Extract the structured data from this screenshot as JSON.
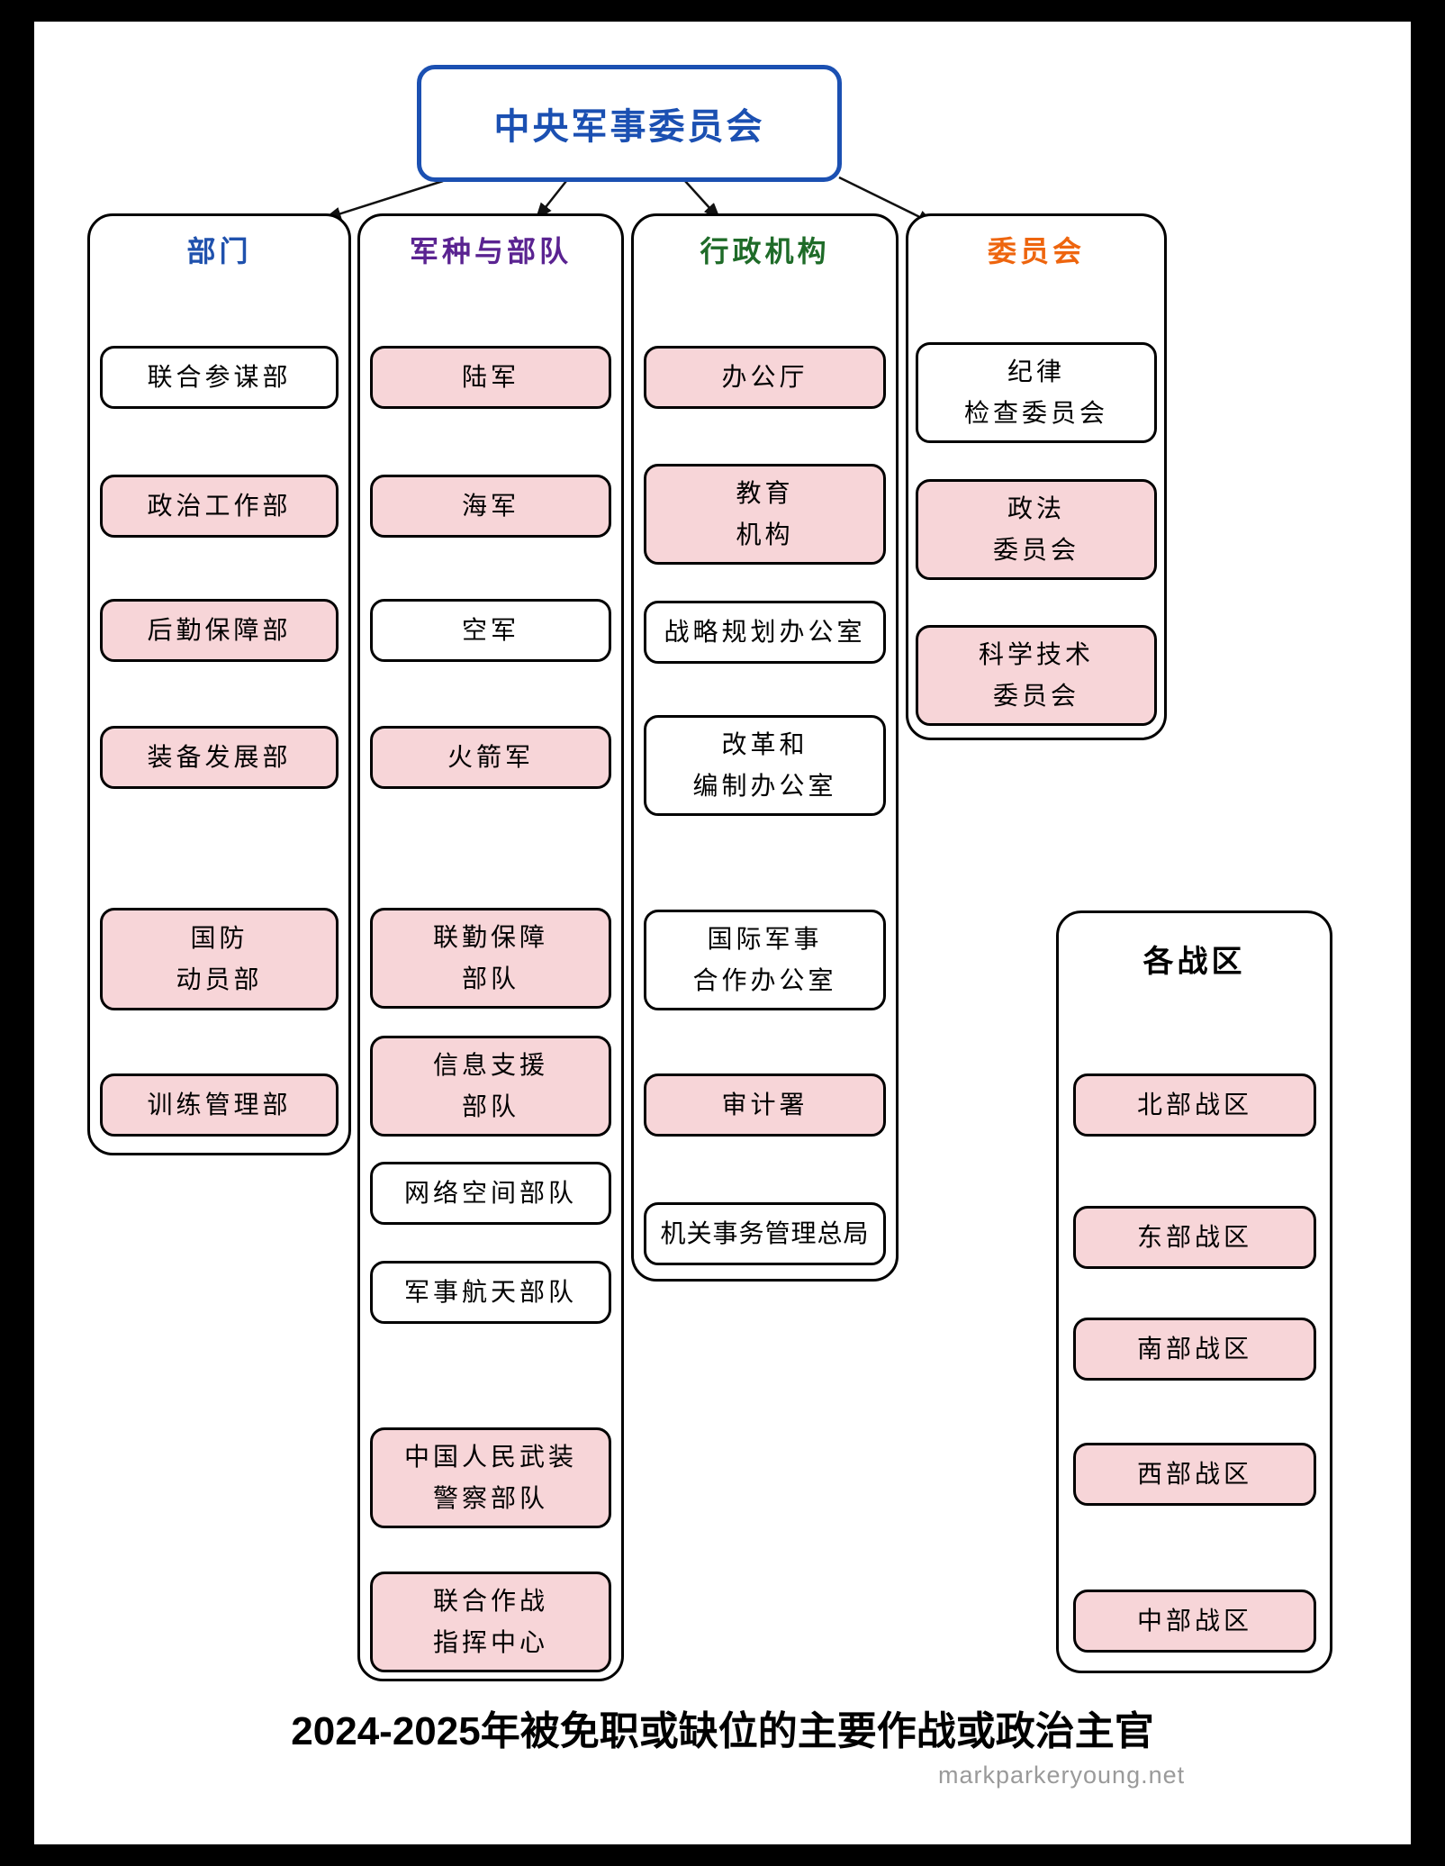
{
  "title": {
    "text": "中央军事委员会"
  },
  "caption": "2024-2025年被免职或缺位的主要作战或政治主官",
  "watermark": "markparkeryoung.net",
  "colors": {
    "title_blue": "#1b50b2",
    "departments_blue": "#1f51ad",
    "services_purple": "#5a2391",
    "admin_green": "#1e6b28",
    "commissions_orange": "#ee650e",
    "highlight_pink": "#f7d5d8",
    "normal_white": "#ffffff"
  },
  "columns": [
    {
      "label": "部门",
      "color": "#1f51ad",
      "items": [
        {
          "lines": [
            "联合参谋部"
          ],
          "highlighted": false
        },
        {
          "lines": [
            "政治工作部"
          ],
          "highlighted": true
        },
        {
          "lines": [
            "后勤保障部"
          ],
          "highlighted": true
        },
        {
          "lines": [
            "装备发展部"
          ],
          "highlighted": true
        },
        {
          "lines": [
            "国防",
            "动员部"
          ],
          "highlighted": true
        },
        {
          "lines": [
            "训练管理部"
          ],
          "highlighted": true
        }
      ]
    },
    {
      "label": "军种与部队",
      "color": "#5a2391",
      "items": [
        {
          "lines": [
            "陆军"
          ],
          "highlighted": true
        },
        {
          "lines": [
            "海军"
          ],
          "highlighted": true
        },
        {
          "lines": [
            "空军"
          ],
          "highlighted": false
        },
        {
          "lines": [
            "火箭军"
          ],
          "highlighted": true
        },
        {
          "lines": [
            "联勤保障",
            "部队"
          ],
          "highlighted": true
        },
        {
          "lines": [
            "信息支援",
            "部队"
          ],
          "highlighted": true
        },
        {
          "lines": [
            "网络空间部队"
          ],
          "highlighted": false
        },
        {
          "lines": [
            "军事航天部队"
          ],
          "highlighted": false
        },
        {
          "lines": [
            "中国人民武装",
            "警察部队"
          ],
          "highlighted": true
        },
        {
          "lines": [
            "联合作战",
            "指挥中心"
          ],
          "highlighted": true
        }
      ]
    },
    {
      "label": "行政机构",
      "color": "#1e6b28",
      "items": [
        {
          "lines": [
            "办公厅"
          ],
          "highlighted": true
        },
        {
          "lines": [
            "教育",
            "机构"
          ],
          "highlighted": true
        },
        {
          "lines": [
            "战略规划办公室"
          ],
          "highlighted": false
        },
        {
          "lines": [
            "改革和",
            "编制办公室"
          ],
          "highlighted": false
        },
        {
          "lines": [
            "国际军事",
            "合作办公室"
          ],
          "highlighted": false
        },
        {
          "lines": [
            "审计署"
          ],
          "highlighted": true
        },
        {
          "lines": [
            "机关事务管理总局"
          ],
          "highlighted": false
        }
      ]
    },
    {
      "label": "委员会",
      "color": "#ee650e",
      "items": [
        {
          "lines": [
            "纪律",
            "检查委员会"
          ],
          "highlighted": false
        },
        {
          "lines": [
            "政法",
            "委员会"
          ],
          "highlighted": true
        },
        {
          "lines": [
            "科学技术",
            "委员会"
          ],
          "highlighted": true
        }
      ]
    }
  ],
  "theater": {
    "label": "各战区",
    "items": [
      {
        "lines": [
          "北部战区"
        ],
        "highlighted": true
      },
      {
        "lines": [
          "东部战区"
        ],
        "highlighted": true
      },
      {
        "lines": [
          "南部战区"
        ],
        "highlighted": true
      },
      {
        "lines": [
          "西部战区"
        ],
        "highlighted": true
      },
      {
        "lines": [
          "中部战区"
        ],
        "highlighted": true
      }
    ]
  }
}
